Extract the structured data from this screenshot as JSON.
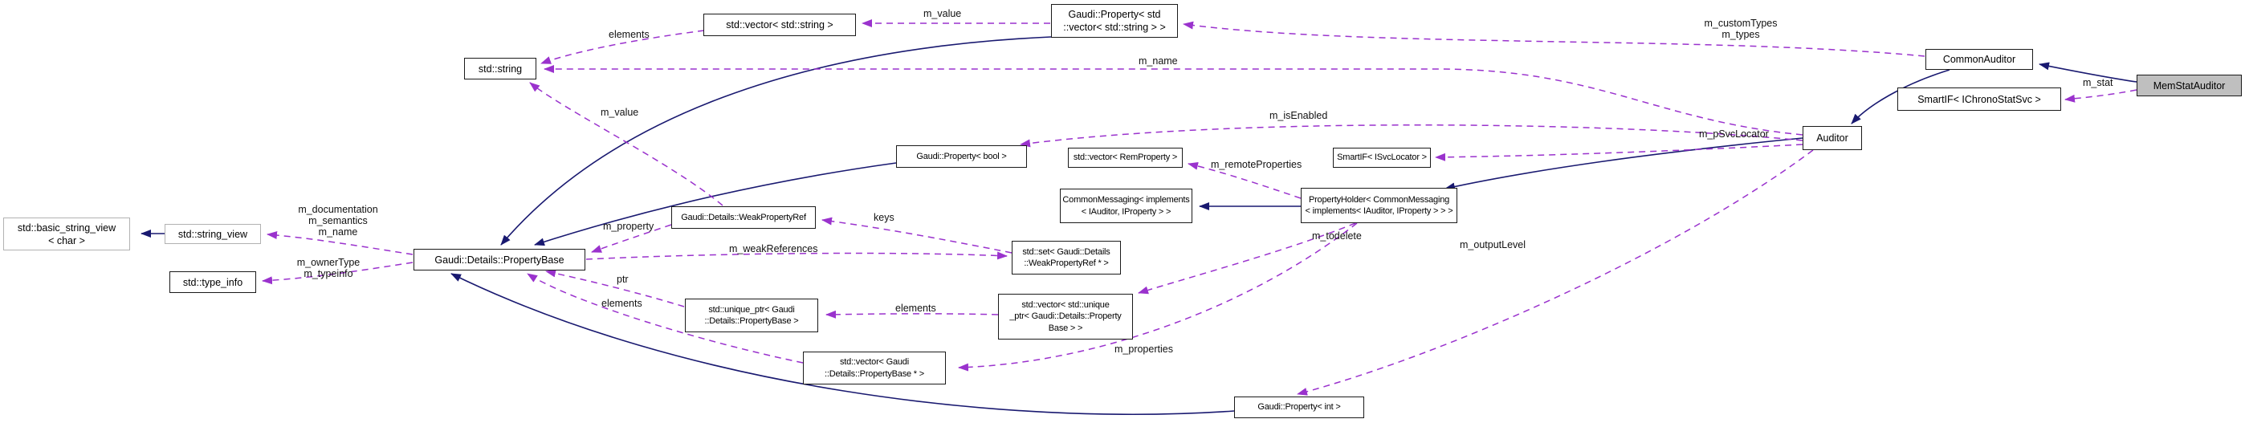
{
  "diagram": {
    "type": "doxygen-collaboration-graph",
    "colors": {
      "inheritance_edge": "#191970",
      "usage_edge": "#9a32cd",
      "node_fill": "#ffffff",
      "node_border": "#1a1a1a",
      "external_node_border": "#b2b2b2",
      "highlight_node_fill": "#bfbfbf",
      "background": "#ffffff"
    },
    "nodes": [
      {
        "id": "std-vector-string",
        "label": "std::vector< std::string >"
      },
      {
        "id": "gaudi-property-vecstr",
        "label": "Gaudi::Property< std\n::vector< std::string > >"
      },
      {
        "id": "std-string",
        "label": "std::string"
      },
      {
        "id": "gaudi-property-bool",
        "label": "Gaudi::Property< bool >"
      },
      {
        "id": "std-vector-remproperty",
        "label": "std::vector< RemProperty >"
      },
      {
        "id": "common-messaging",
        "label": "CommonMessaging< implements\n< IAuditor, IProperty > >"
      },
      {
        "id": "property-holder",
        "label": "PropertyHolder< CommonMessaging\n< implements< IAuditor, IProperty > > >"
      },
      {
        "id": "smartif-isvclocator",
        "label": "SmartIF< ISvcLocator >"
      },
      {
        "id": "common-auditor",
        "label": "CommonAuditor"
      },
      {
        "id": "smartif-ichronostatsvc",
        "label": "SmartIF< IChronoStatSvc >"
      },
      {
        "id": "auditor",
        "label": "Auditor"
      },
      {
        "id": "mem-stat-auditor",
        "label": "MemStatAuditor"
      },
      {
        "id": "std-basic-string-view",
        "label": "std::basic_string_view\n< char >"
      },
      {
        "id": "std-string-view",
        "label": "std::string_view"
      },
      {
        "id": "std-type-info",
        "label": "std::type_info"
      },
      {
        "id": "gaudi-details-propertybase",
        "label": "Gaudi::Details::PropertyBase"
      },
      {
        "id": "gaudi-details-weakpropertyref",
        "label": "Gaudi::Details::WeakPropertyRef"
      },
      {
        "id": "std-set-weakpropertyref",
        "label": "std::set< Gaudi::Details\n::WeakPropertyRef * >"
      },
      {
        "id": "std-unique-ptr-propertybase",
        "label": "std::unique_ptr< Gaudi\n::Details::PropertyBase >"
      },
      {
        "id": "std-vector-unique-ptr",
        "label": "std::vector< std::unique\n_ptr< Gaudi::Details::Property\nBase > >"
      },
      {
        "id": "std-vector-propertybase-ptr",
        "label": "std::vector< Gaudi\n::Details::PropertyBase * >"
      },
      {
        "id": "gaudi-property-int",
        "label": "Gaudi::Property< int >"
      }
    ],
    "edge_labels": [
      {
        "text": "elements"
      },
      {
        "text": "m_value"
      },
      {
        "text": "m_name"
      },
      {
        "text": "m_customTypes\nm_types"
      },
      {
        "text": "m_value"
      },
      {
        "text": "m_isEnabled"
      },
      {
        "text": "m_pSvcLocator"
      },
      {
        "text": "m_stat"
      },
      {
        "text": "m_remoteProperties"
      },
      {
        "text": "m_todelete"
      },
      {
        "text": "m_outputLevel"
      },
      {
        "text": "m_documentation\nm_semantics\nm_name"
      },
      {
        "text": "m_ownerType\nm_typeinfo"
      },
      {
        "text": "m_property"
      },
      {
        "text": "keys"
      },
      {
        "text": "m_weakReferences"
      },
      {
        "text": "ptr"
      },
      {
        "text": "elements"
      },
      {
        "text": "elements"
      },
      {
        "text": "m_properties"
      }
    ]
  }
}
